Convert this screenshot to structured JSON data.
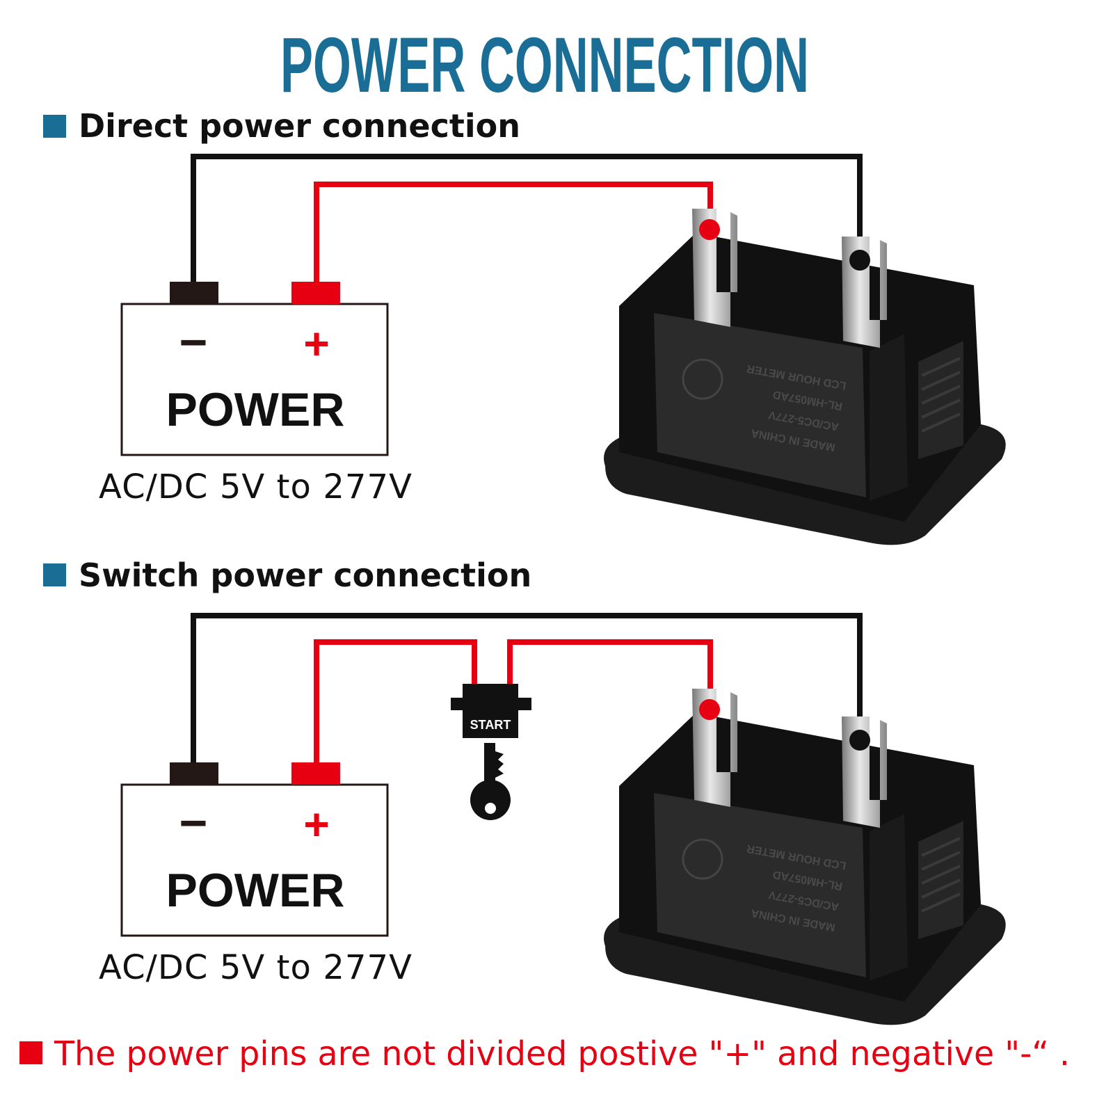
{
  "title": "POWER CONNECTION",
  "colors": {
    "title": "#1a6e96",
    "wire_red": "#e60012",
    "wire_black": "#111111",
    "note": "#e60012",
    "bullet": "#1a6e96"
  },
  "sections": [
    {
      "heading": "Direct power connection",
      "battery": {
        "minus": "−",
        "plus": "+",
        "label": "POWER",
        "voltage": "AC/DC 5V to 277V"
      }
    },
    {
      "heading": "Switch power connection",
      "battery": {
        "minus": "−",
        "plus": "+",
        "label": "POWER",
        "voltage": "AC/DC 5V to 277V"
      },
      "switch": {
        "label": "START",
        "icon": "key-icon"
      }
    }
  ],
  "note": "The power pins are not divided postive \"+\" and negative \"-“ ."
}
